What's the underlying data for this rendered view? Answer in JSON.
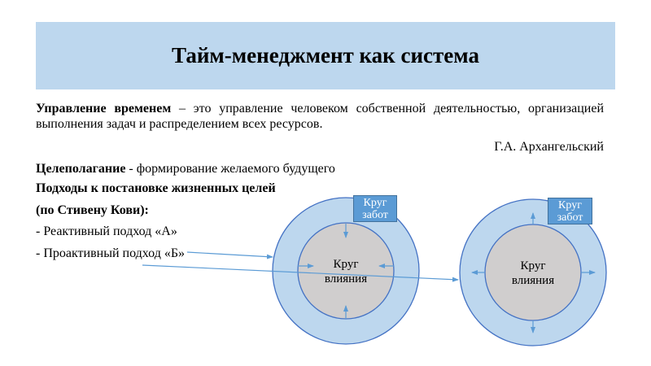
{
  "title": "Тайм-менеджмент как система",
  "definition": {
    "term": "Управление временем",
    "text": " – это управление человеком собственной деятельностью, организацией выполнения задач и распределением всех ресурсов."
  },
  "author": "Г.А. Архангельский",
  "goal_setting": {
    "term": "Целеполагание",
    "text": "  - формирование желаемого будущего"
  },
  "approaches_heading": "Подходы к постановке жизненных целей",
  "approaches_source": "(по Стивену Кови):",
  "approach_a": "- Реактивный подход «А»",
  "approach_b": "- Проактивный подход «Б»",
  "diagram": {
    "concern_line1": "Круг",
    "concern_line2": "забот",
    "influence_line1": "Круг",
    "influence_line2": "влияния"
  },
  "colors": {
    "band": "#bdd7ee",
    "outer": "#bdd7ee",
    "inner": "#d0cece",
    "stroke": "#4472c4",
    "arrow": "#5b9bd5",
    "box": "#5b9bd5"
  }
}
